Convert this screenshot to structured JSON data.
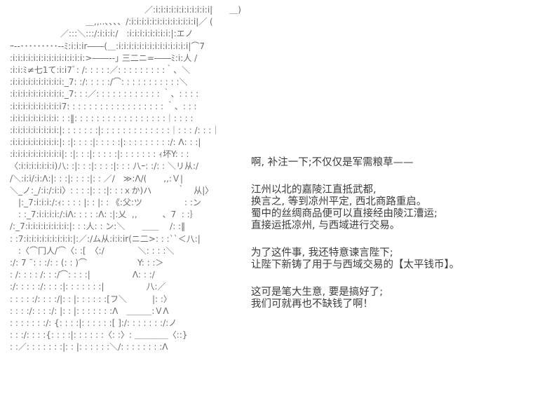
{
  "page": {
    "background_color": "#ffffff",
    "art_color": "#6a6a6a",
    "text_color": "#3c3c3c"
  },
  "ascii_art": {
    "lines": [
      "　　　　　　　　　　　　　　　　／:i:i:i:i:i:i:i:i:i:i:i|　　＿)",
      "　　　　　　　　　＿,,..、、、、/:i:i:i:i:i:i:i:i:i:i:i:i:i|／ (",
      "　　　　　　／:::＼:::/:i:i:i:/　:i:i:i:i:i:i:i:i:|:エノ",
      "ｰ--･････････--ﾐ:i:i:ir――(＿:i:i:i:i:i:i:i:i:i:i:i:i:i:i|⌒7",
      ":i:i:i:i:i:i:i:i:i:i:i:i:i:i:>――--｣ 三二ニ=――ﾐ:i:人 /",
      ":i:i:ﾐ≠七1て:i:i7ﾞ: /: : : : :／: : : : : : : : :｀、＼",
      ":i:i:i:i:i:i:i:i:i:i:_7: :/: : : : :/⌒: : : : : : : : : : :＼",
      ":i:i:i:i:i:i:i:i:i:i:_7: : :／: : : : : : : : : : : : ｀、: : : :",
      ":i:i:i:i:i:i:i:i:i:i7: : : : : : : : : : : : : : : : : : ｀、: : :",
      ":i:i:i:i:i:i:i:i:i: : :‖: : : : : : : : : : : : : : : : :｜: : : :",
      ":i:i:i:i:i:i:i:i:i:|: : : : : : :|: : : : : : : : : : : : :｜: : : /: : :｜",
      ":i:i:i:i:i:i:i:i:i:|: :|: : : :|: : : : :|: : : : : : : : :/: Λ: : :|",
      ":i:i:i:i:i:i:i:i:i:i|: :|: : :|: : : : :|: : : : : : : ｨ坏Y: : :",
      "〈:i:i:i:i:i:i:i)八: :|: : :|: : : :|: : : 八ｰ: :/: : ＼リ从:/",
      "/＼:i:i/:i:Λ:|: : :|: : : :|: : ／/　≫:Λ/(　　,,:Ｖ|",
      "＼_ノ:_/:i:/:i:i〉: : : :|: : :|: : :ｘか)ハ　　　｀　从|〉",
      "　|:_7:i:i:i:/:ｨ: : : : |: : |: : 《:父:ツ　　　　　: :ン",
      "　: :_7:i:i:i:i:/:iΛ: : : : :Λ: :|:乂  ,,　　　、7  : :｝",
      "/:_7:i:i:i:i:i:i:i:i:|: : :人: : ン:＼　　＿＿　 /: :‖",
      ": :7:i:i:i:i:i:i:i:i:i:|:／:/ム从:i:i:ir(ニ二>: : :``＜八:|",
      "　:〈⌒冂人/⌒〈: :[　〈:/　　　　＼: : : :＼",
      ":/: 7 ¨: : :/: : (: : )⌒　　　　　　Y: : :＞",
      ": /: : : : /: : :/⌒: : : :|　　　　　Λ: : :/",
      ":/: : : : :/: : : :|: : : : : : :|　　　　　八:／",
      ": : : : :/: : : :/|: : |: : : : : :[フ＼　　　|: :〉",
      ": : : :/: : : :/: |: : |: : : : : : :Λ　＿＿＿:ＶΛ",
      ": : : : : : :/: {: : : :|: : : : : :[ ]:/: : : : : : :/:ノ",
      ": : :/: : : :{: : : :|: : : : : :〈: :〉: ＿＿＿＿〈::}",
      ": :／: : : : : : :|: : |: : : : : :＼/: : : : : : : :Λ"
    ]
  },
  "dialogue": {
    "paragraphs": [
      {
        "lines": [
          "啊, 补注一下;不仅仅是军需粮草——"
        ]
      },
      {
        "lines": [
          "江州以北的嘉陵江直抵武都,",
          "换言之, 等到凉州平定, 西北商路重启。",
          "蜀中的丝绸商品便可以直接经由陵江漕运;",
          "直接运抵凉州, 与西域进行交易。"
        ]
      },
      {
        "lines": [
          "为了这件事, 我还特意谏言陛下;",
          "让陛下新铸了用于与西域交易的【太平钱币】。"
        ]
      },
      {
        "lines": [
          "这可是笔大生意, 要是搞好了;",
          "我们可就再也不缺钱了啊！"
        ]
      }
    ]
  }
}
